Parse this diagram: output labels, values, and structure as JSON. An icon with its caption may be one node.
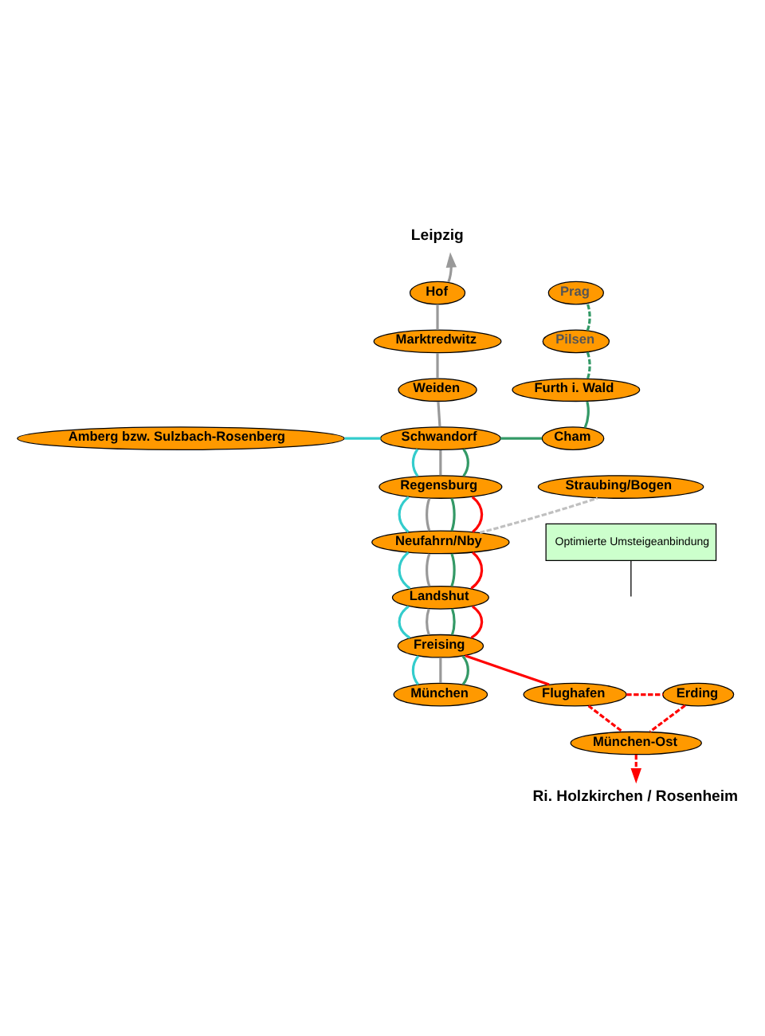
{
  "diagram": {
    "nodes": [
      {
        "text": [
          "Leipzig"
        ]
      },
      {
        "text": [
          "Hof"
        ]
      },
      {
        "text": [
          "Marktredwitz"
        ]
      },
      {
        "text": [
          "Weiden"
        ]
      },
      {
        "text": [
          "Schwandorf"
        ]
      },
      {
        "text": [
          "Amberg bzw. Sulzbach-Rosenberg"
        ]
      },
      {
        "text": [
          "Cham"
        ]
      },
      {
        "text": [
          "Furth i. Wald"
        ]
      },
      {
        "text": [
          "Pilsen"
        ]
      },
      {
        "text": [
          "Prag"
        ]
      },
      {
        "text": [
          "Regensburg"
        ]
      },
      {
        "text": [
          "Straubing/Bogen"
        ]
      },
      {
        "text": [
          "Neufahrn/Nby"
        ]
      },
      {
        "text": [
          "Optimierte Umsteigeanbindung"
        ]
      },
      {
        "text": [
          "Landshut"
        ]
      },
      {
        "text": [
          "Freising"
        ]
      },
      {
        "text": [
          "München"
        ]
      },
      {
        "text": [
          "Flughafen"
        ]
      },
      {
        "text": [
          "Erding"
        ]
      },
      {
        "text": [
          "München-Ost"
        ]
      },
      {
        "text": [
          "Ri. Holzkirchen / Rosenheim"
        ]
      }
    ],
    "edges": [
      {
        "from": 1,
        "to": 0,
        "arrow": "to"
      },
      {
        "from": 1,
        "to": 2,
        "arrow": "none"
      },
      {
        "from": 2,
        "to": 3,
        "arrow": "none"
      },
      {
        "from": 3,
        "to": 4,
        "arrow": "none"
      },
      {
        "from": 5,
        "to": 4,
        "arrow": "none",
        "color": "#33cccc"
      },
      {
        "from": 4,
        "to": 6,
        "arrow": "none",
        "color": "#339966"
      },
      {
        "from": 6,
        "to": 7,
        "arrow": "none",
        "color": "#339966"
      },
      {
        "from": 7,
        "to": 8,
        "arrow": "none",
        "style": "dashed",
        "color": "#339966"
      },
      {
        "from": 8,
        "to": 9,
        "arrow": "none",
        "style": "dashed",
        "color": "#339966"
      },
      {
        "from": 4,
        "to": 10,
        "arrow": "none",
        "color": "#33cccc"
      },
      {
        "from": 4,
        "to": 10,
        "arrow": "none"
      },
      {
        "from": 4,
        "to": 10,
        "arrow": "none",
        "color": "#339966"
      },
      {
        "from": 10,
        "to": 12,
        "arrow": "none",
        "color": "#33cccc"
      },
      {
        "from": 10,
        "to": 12,
        "arrow": "none"
      },
      {
        "from": 10,
        "to": 12,
        "arrow": "none",
        "color": "#339966"
      },
      {
        "from": 10,
        "to": 12,
        "arrow": "none",
        "color": "#ff0000"
      },
      {
        "from": 12,
        "to": 11,
        "arrow": "none",
        "style": "dashed",
        "color": "#c0c0c0"
      },
      {
        "from": 13,
        "to": null,
        "arrow": "none",
        "color": "#000000"
      },
      {
        "from": 12,
        "to": 14,
        "arrow": "none",
        "color": "#33cccc"
      },
      {
        "from": 12,
        "to": 14,
        "arrow": "none"
      },
      {
        "from": 12,
        "to": 14,
        "arrow": "none",
        "color": "#339966"
      },
      {
        "from": 12,
        "to": 14,
        "arrow": "none",
        "color": "#ff0000"
      },
      {
        "from": 14,
        "to": 15,
        "arrow": "none",
        "color": "#33cccc"
      },
      {
        "from": 14,
        "to": 15,
        "arrow": "none"
      },
      {
        "from": 14,
        "to": 15,
        "arrow": "none",
        "color": "#339966"
      },
      {
        "from": 14,
        "to": 15,
        "arrow": "none",
        "color": "#ff0000"
      },
      {
        "from": 15,
        "to": 16,
        "arrow": "none",
        "color": "#33cccc"
      },
      {
        "from": 15,
        "to": 16,
        "arrow": "none"
      },
      {
        "from": 15,
        "to": 16,
        "arrow": "none",
        "color": "#339966"
      },
      {
        "from": 15,
        "to": 17,
        "arrow": "none",
        "color": "#ff0000"
      },
      {
        "from": 17,
        "to": 18,
        "arrow": "none",
        "style": "dashed",
        "color": "#ff0000"
      },
      {
        "from": 17,
        "to": 19,
        "arrow": "none",
        "style": "dashed",
        "color": "#ff0000"
      },
      {
        "from": 18,
        "to": 19,
        "arrow": "none",
        "style": "dashed",
        "color": "#ff0000"
      },
      {
        "from": 19,
        "to": 20,
        "arrow": "to",
        "style": "dashed",
        "color": "#ff0000"
      }
    ]
  }
}
